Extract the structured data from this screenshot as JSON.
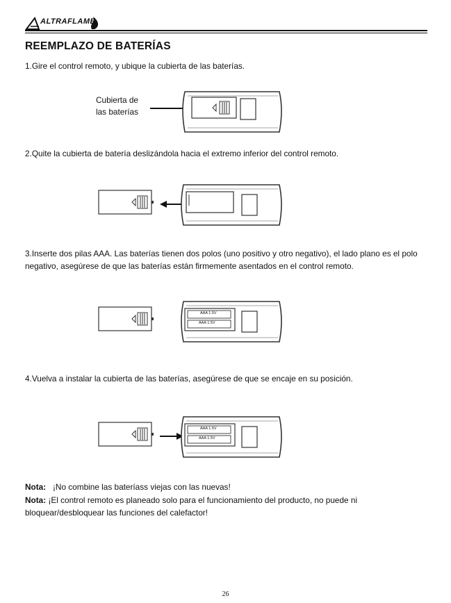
{
  "header": {
    "brand": "ALTRAFLAME"
  },
  "title": "REEMPLAZO DE BATERÍAS",
  "steps": [
    {
      "text": "1.Gire el control remoto, y ubique la cubierta de las baterías."
    },
    {
      "text": "2.Quite la cubierta de batería deslizándola hacia el extremo inferior del control remoto."
    },
    {
      "text": "3.Inserte dos pilas AAA. Las baterías tienen dos polos (uno positivo y otro negativo), el lado plano es el polo negativo, asegúrese de que las baterías están firmemente asentados en el control remoto."
    },
    {
      "text": "4.Vuelva a instalar la cubierta de las baterías, asegúrese de que se encaje en su posición."
    }
  ],
  "figure1": {
    "callout_line1": "Cubierta de",
    "callout_line2": "las baterías"
  },
  "battery_label": "AAA 1.5V",
  "notes": [
    {
      "prefix": "Nota:",
      "text": "¡No combine las bateríass viejas con las nuevas!"
    },
    {
      "prefix": "Nota:",
      "text": "¡El control remoto es planeado solo para el funcionamiento del producto, no puede ni bloquear/desbloquear las funciones del calefactor!"
    }
  ],
  "page_number": "26"
}
